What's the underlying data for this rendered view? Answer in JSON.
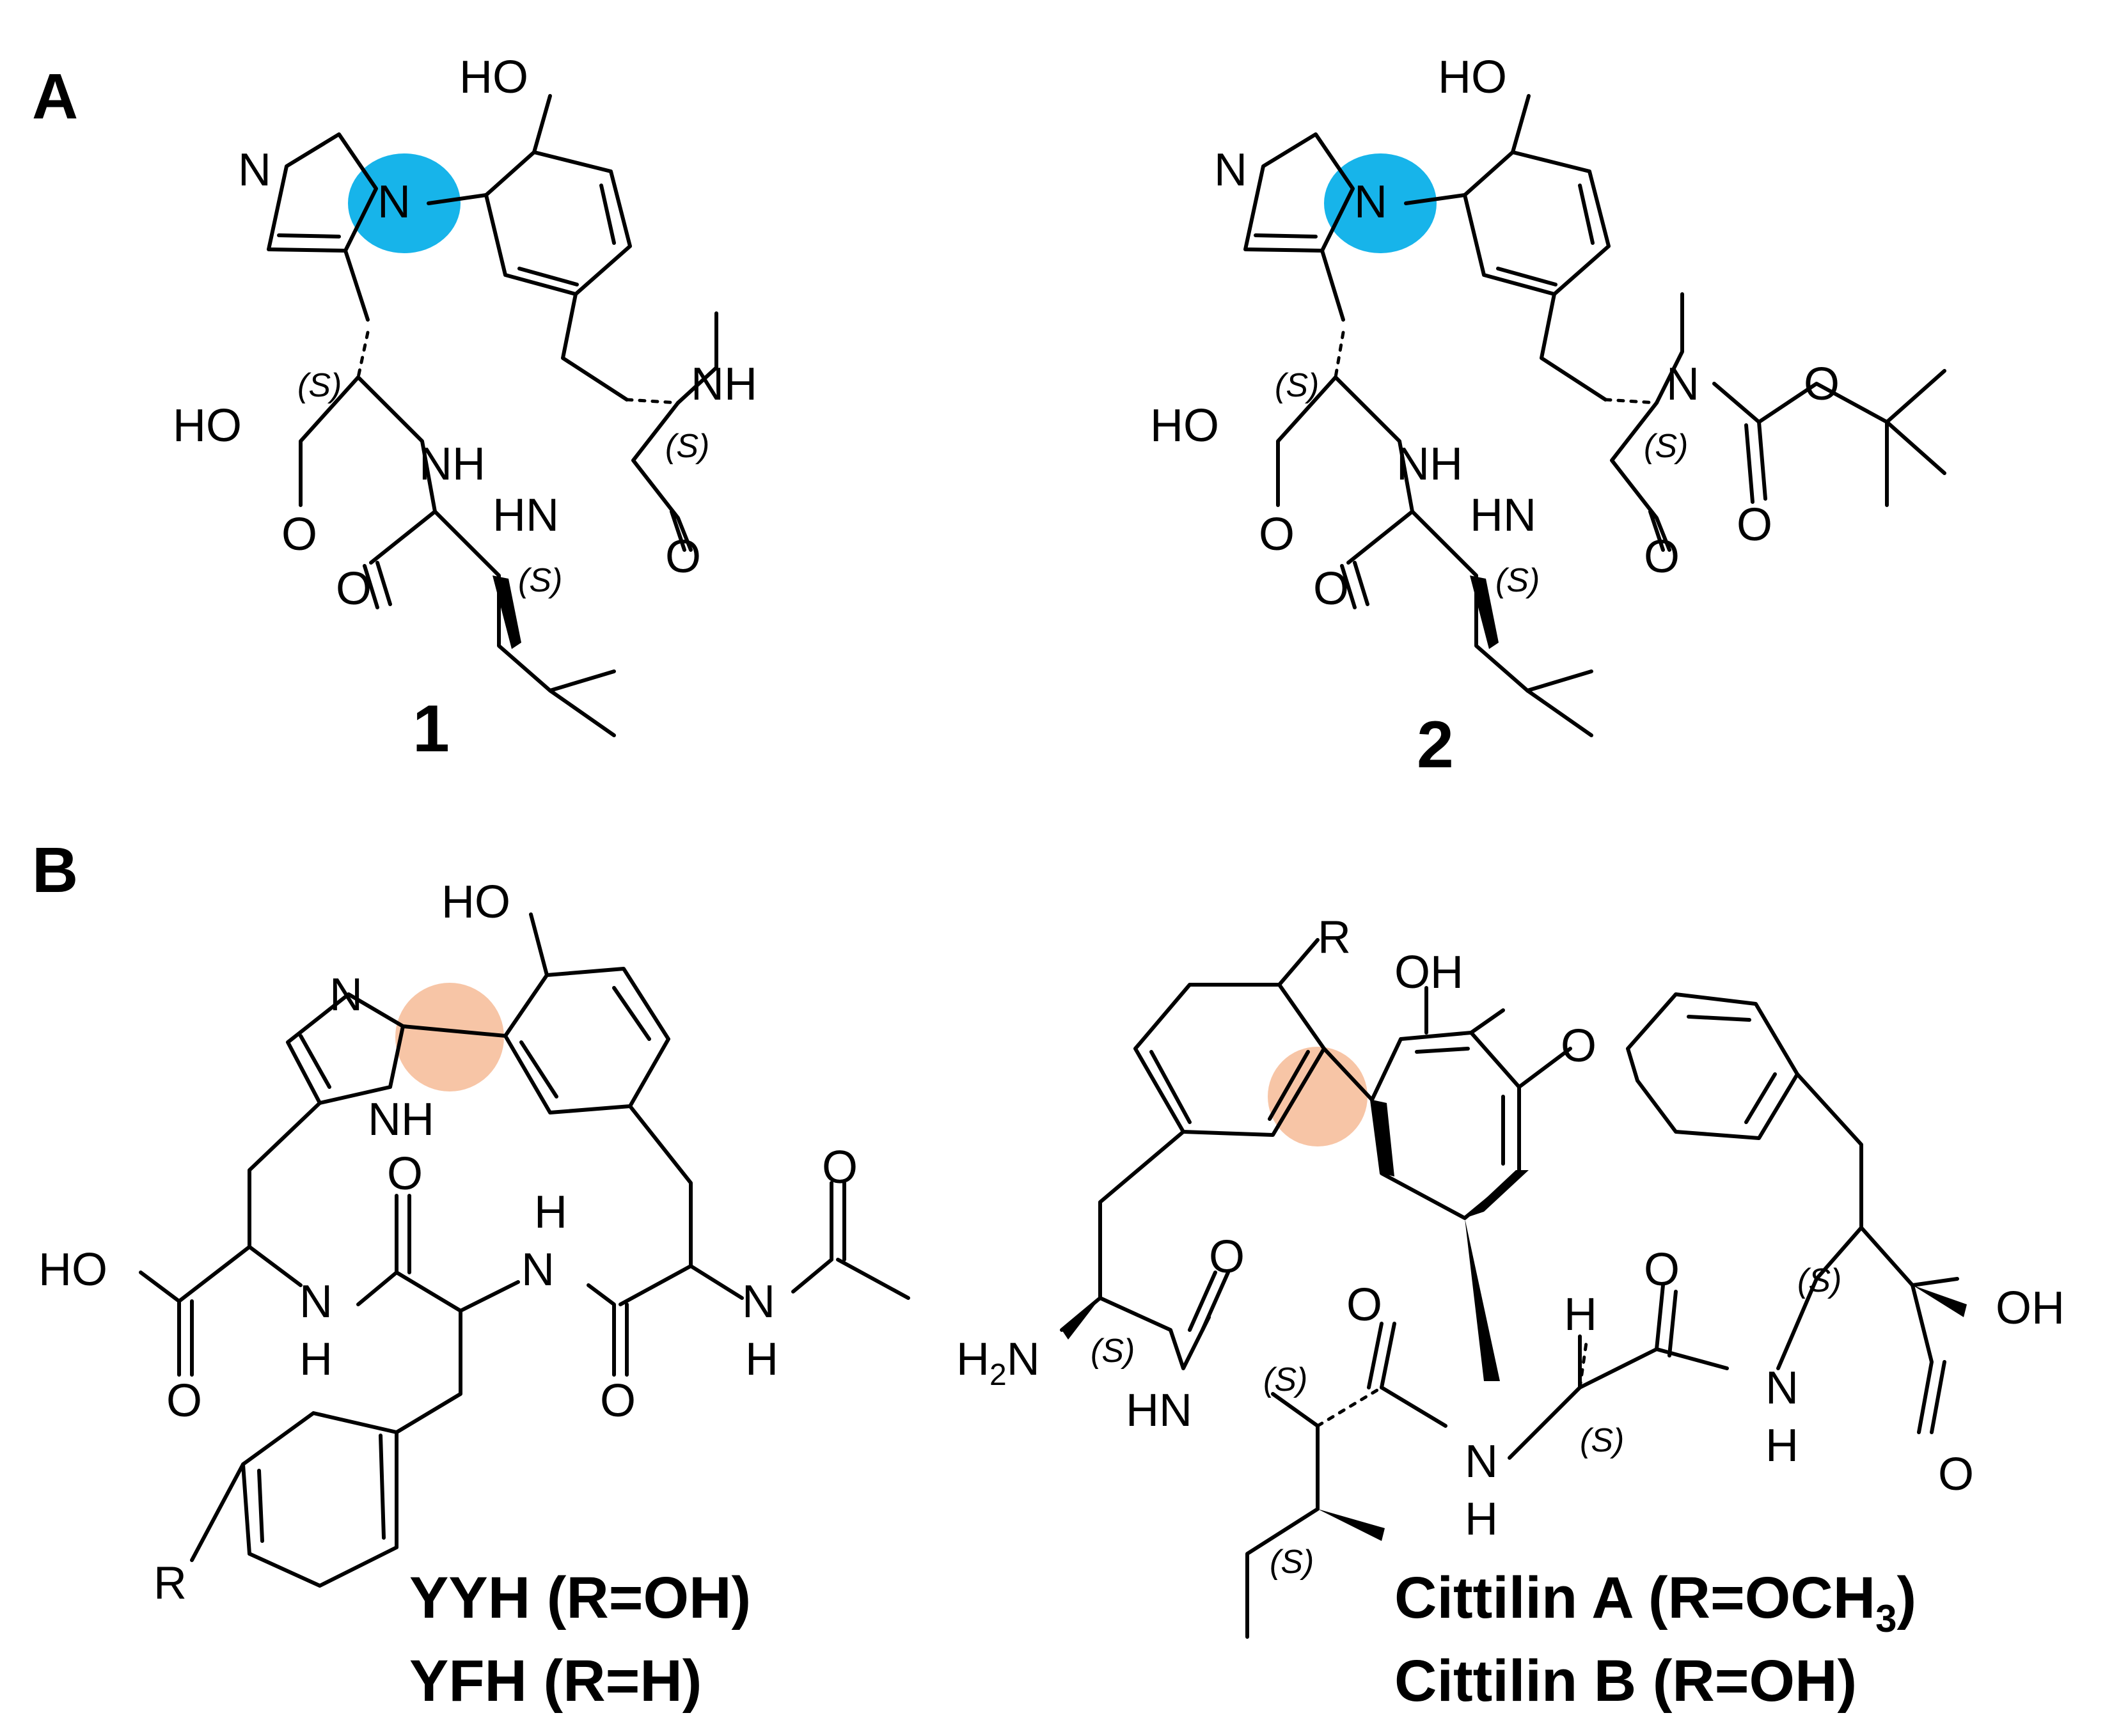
{
  "panels": {
    "a": "A",
    "b": "B"
  },
  "colors": {
    "highlight_a": "#17b4ea",
    "highlight_b": "#f7c5a6"
  },
  "compound1": {
    "label": "1",
    "atoms": {
      "ho": "HO",
      "n_imid": "N",
      "n_link": "N",
      "nh_methyl": "NH",
      "hooc": "HO",
      "o_acid": "O",
      "nh_amide": "NH",
      "o_amide1": "O",
      "hn": "HN",
      "o_amide2": "O"
    },
    "stereo": [
      "(S)",
      "(S)",
      "(S)"
    ]
  },
  "compound2": {
    "label": "2",
    "atoms": {
      "ho": "HO",
      "n_imid": "N",
      "n_link": "N",
      "n_boc": "N",
      "o_ester": "O",
      "o_carbonyl": "O",
      "hooc": "HO",
      "o_acid": "O",
      "nh_amide": "NH",
      "o_amide1": "O",
      "hn": "HN",
      "o_amide2": "O"
    },
    "stereo": [
      "(S)",
      "(S)",
      "(S)"
    ]
  },
  "yyh": {
    "name_line1": "YYH (R=OH)",
    "name_line2": "YFH (R=H)",
    "atoms": {
      "ho": "HO",
      "n_imid": "N",
      "nh_imid": "NH",
      "hooc": "HO",
      "o_acid": "O",
      "nh1_n": "N",
      "nh1_h": "H",
      "o_c1": "O",
      "o_c2": "O",
      "nh2_h": "H",
      "nh2_n": "N",
      "o_c3": "O",
      "nh3_n": "N",
      "nh3_h": "H",
      "r": "R"
    }
  },
  "cittilin": {
    "name_line1_main": "Cittilin A (R=OCH",
    "name_line1_sub": "3",
    "name_line1_end": ")",
    "name_line2": "Cittilin B (R=OH)",
    "atoms": {
      "r": "R",
      "oh_top": "OH",
      "o_ether": "O",
      "h2n_h": "H",
      "h2n_sub": "2",
      "h2n_n": "N",
      "o_c1": "O",
      "hn1": "HN",
      "o_c2": "O",
      "nh2_n": "N",
      "nh2_h": "H",
      "h_alpha": "H",
      "o_c3": "O",
      "nh3_n": "N",
      "nh3_h": "H",
      "oh_acid": "OH",
      "o_acid": "O"
    },
    "stereo": [
      "(S)",
      "(S)",
      "(S)",
      "(S)",
      "(S)"
    ]
  }
}
